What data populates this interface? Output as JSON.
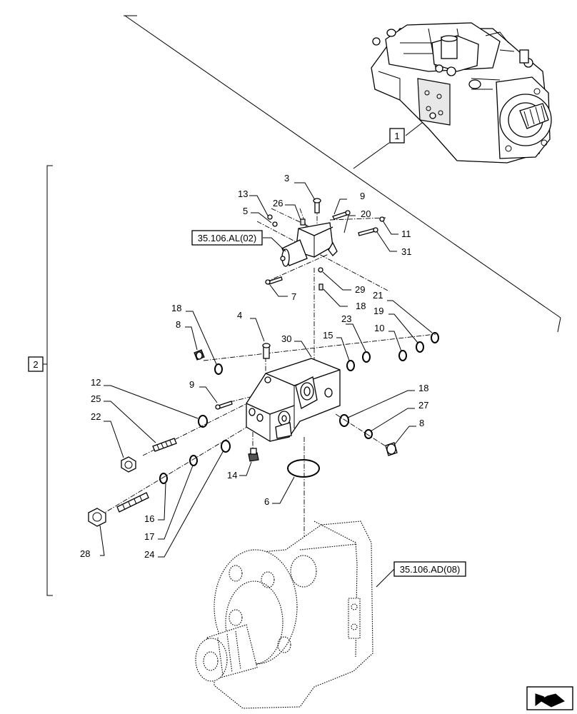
{
  "callouts": {
    "c1": "1",
    "c2": "2",
    "c3": "3",
    "c4": "4",
    "c5": "5",
    "c6": "6",
    "c7": "7",
    "c8a": "8",
    "c8b": "8",
    "c9a": "9",
    "c9b": "9",
    "c10": "10",
    "c11": "11",
    "c12": "12",
    "c13": "13",
    "c14": "14",
    "c15": "15",
    "c16": "16",
    "c17": "17",
    "c18a": "18",
    "c18b": "18",
    "c18c": "18",
    "c19": "19",
    "c20": "20",
    "c21": "21",
    "c22": "22",
    "c23": "23",
    "c24": "24",
    "c25": "25",
    "c26": "26",
    "c27": "27",
    "c28": "28",
    "c29": "29",
    "c30": "30",
    "c31": "31"
  },
  "references": {
    "upper": "35.106.AL(02)",
    "lower": "35.106.AD(08)"
  },
  "icons": {
    "nav": "next-page-arrow-icon"
  }
}
